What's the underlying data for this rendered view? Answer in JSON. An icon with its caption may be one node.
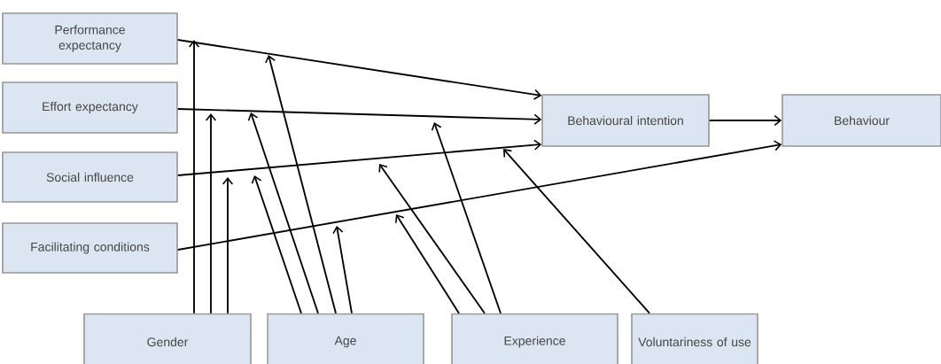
{
  "diagram": {
    "nodes": [
      {
        "text": [
          "Performance expectancy"
        ]
      },
      {
        "text": [
          "Effort expectancy"
        ]
      },
      {
        "text": [
          "Social influence"
        ]
      },
      {
        "text": [
          "Facilitating conditions"
        ]
      },
      {
        "text": [
          "Behavioural intention"
        ]
      },
      {
        "text": [
          "Behaviour"
        ]
      },
      {
        "text": [
          "Gender"
        ]
      },
      {
        "text": [
          "Age"
        ]
      },
      {
        "text": [
          "Experience"
        ]
      },
      {
        "text": [
          "Voluntariness of use"
        ]
      }
    ],
    "edges": [
      {
        "from": 0,
        "to": 4,
        "arrow": "to"
      },
      {
        "from": 1,
        "to": 4,
        "arrow": "to"
      },
      {
        "from": 2,
        "to": 4,
        "arrow": "to"
      },
      {
        "from": 3,
        "to": 5,
        "arrow": "to"
      },
      {
        "from": 4,
        "to": 5,
        "arrow": "to"
      },
      {
        "from": 6,
        "to": null,
        "arrow": "to"
      },
      {
        "from": 6,
        "to": null,
        "arrow": "to"
      },
      {
        "from": 6,
        "to": null,
        "arrow": "to"
      },
      {
        "from": 7,
        "to": null,
        "arrow": "to"
      },
      {
        "from": 7,
        "to": null,
        "arrow": "to"
      },
      {
        "from": 7,
        "to": null,
        "arrow": "to"
      },
      {
        "from": 7,
        "to": null,
        "arrow": "to"
      },
      {
        "from": 8,
        "to": null,
        "arrow": "to"
      },
      {
        "from": 8,
        "to": null,
        "arrow": "to"
      },
      {
        "from": 8,
        "to": null,
        "arrow": "to"
      },
      {
        "from": 9,
        "to": null,
        "arrow": "to"
      }
    ]
  }
}
